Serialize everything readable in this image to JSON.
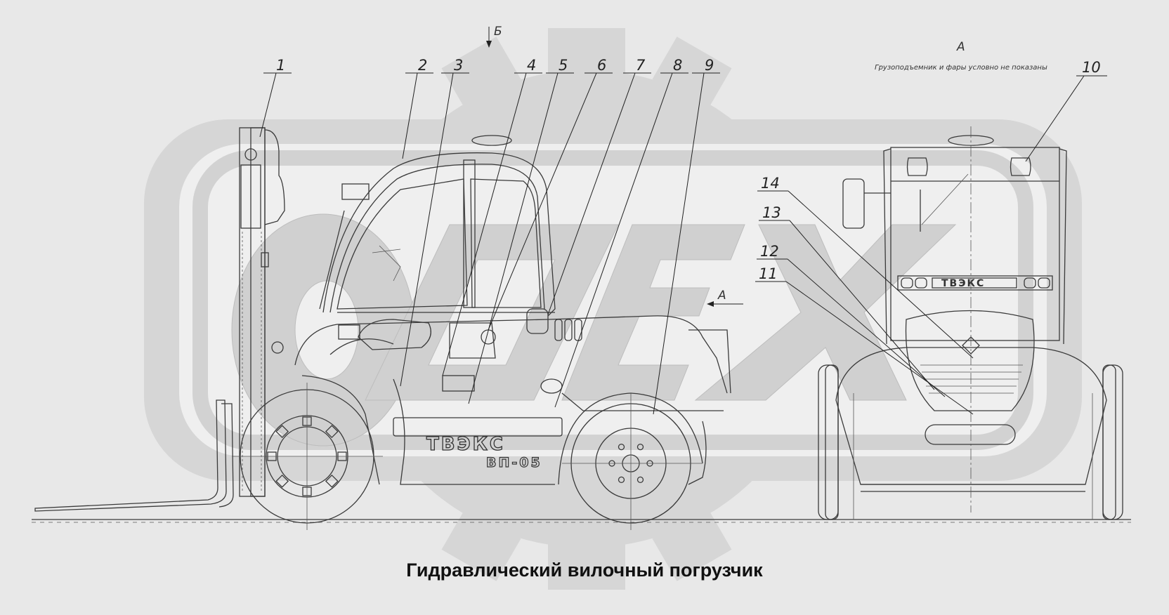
{
  "title": "Гидравлический вилочный погрузчик",
  "view_marker_b": "Б",
  "view_marker_a": "А",
  "view_a_title": "А",
  "view_a_note": "Грузоподъемник и фары условно не показаны",
  "brand_main": "ТВЭКС",
  "brand_model": "ВП-05",
  "callouts": [
    {
      "label": "1"
    },
    {
      "label": "2"
    },
    {
      "label": "3"
    },
    {
      "label": "4"
    },
    {
      "label": "5"
    },
    {
      "label": "6"
    },
    {
      "label": "7"
    },
    {
      "label": "8"
    },
    {
      "label": "9"
    },
    {
      "label": "10"
    },
    {
      "label": "14"
    },
    {
      "label": "13"
    },
    {
      "label": "12"
    },
    {
      "label": "11"
    }
  ],
  "colors": {
    "background": "#e8e8e8",
    "line": "#3a3a3a",
    "watermark": "#d6d6d6"
  }
}
